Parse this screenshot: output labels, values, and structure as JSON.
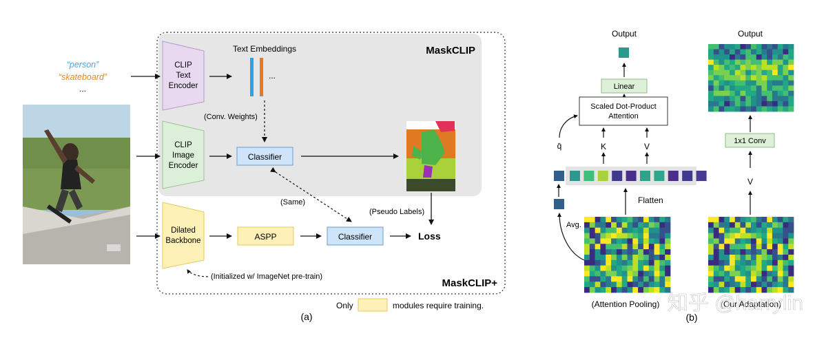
{
  "left_panel": {
    "inputs": {
      "word1": "“person”",
      "word2": "“skateboard”",
      "ellipsis": "..."
    },
    "maskclip_title": "MaskCLIP",
    "maskclip_plus_title": "MaskCLIP+",
    "text_encoder": [
      "CLIP",
      "Text",
      "Encoder"
    ],
    "image_encoder": [
      "CLIP",
      "Image",
      "Encoder"
    ],
    "dilated_backbone": [
      "Dilated",
      "Backbone"
    ],
    "text_embeddings_label": "Text Embeddings",
    "embedding_ellipsis": "...",
    "conv_weights_label": "(Conv. Weights)",
    "classifier_label": "Classifier",
    "classifier2_label": "Classifier",
    "aspp_label": "ASPP",
    "loss_label": "Loss",
    "same_label": "(Same)",
    "pseudo_labels_label": "(Pseudo Labels)",
    "init_label": "(Initialized w/ ImageNet pre-train)",
    "legend_only": "Only",
    "legend_text": "modules require training.",
    "caption": "(a)"
  },
  "right_panel": {
    "output1": "Output",
    "output2": "Output",
    "linear_label": "Linear",
    "attention_label": [
      "Scaled Dot-Product",
      "Attention"
    ],
    "q_label": "q̄",
    "k_label": "K",
    "v_label": "V",
    "flatten_label": "Flatten",
    "avg_label": "Avg.",
    "conv_label": "1x1 Conv",
    "v2_label": "V",
    "caption_left": "(Attention Pooling)",
    "caption_right": "(Our Adaptation)",
    "caption": "(b)",
    "watermark": "知乎 @harrylin"
  },
  "colors": {
    "text_encoder_fill": "#e8d9f0",
    "image_encoder_fill": "#dcefd8",
    "trainable_fill": "#fdf1b8",
    "classifier_fill": "#cfe4f8",
    "linear_fill": "#def0d8",
    "token_dark": "#3e3a8c",
    "token_green": "#3cbf7a",
    "token_lime": "#a8d23a",
    "token_teal": "#2a9a8c",
    "q_blue": "#2f5f8a",
    "maskclip_bg": "#e6e6e6"
  },
  "token_colors": [
    "#2a9a8c",
    "#3cbf7a",
    "#a8d23a",
    "#3e3a8c",
    "#4a2f8a",
    "#2ea38a",
    "#2fa78d",
    "#4a2f8a",
    "#3e3a8c",
    "#4b3a94"
  ]
}
